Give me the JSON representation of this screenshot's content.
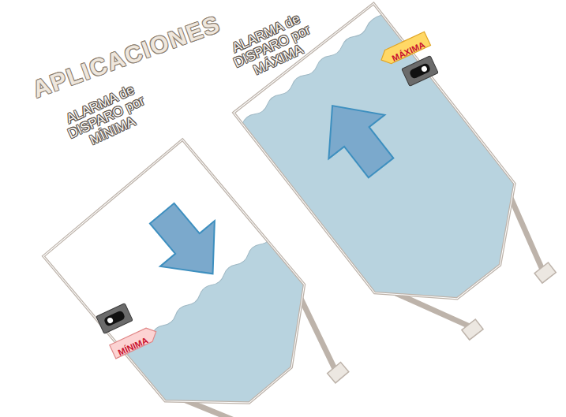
{
  "diagram": {
    "title": "APLICACIONES",
    "nodes": [
      {
        "text": [
          "MÍNIMA"
        ]
      },
      {
        "text": [
          "MÁXIMA"
        ]
      }
    ],
    "labels": [
      "ALARMA de DISPARO por MÍNIMA",
      "ALARMA de DISPARO por MÁXIMA"
    ]
  }
}
